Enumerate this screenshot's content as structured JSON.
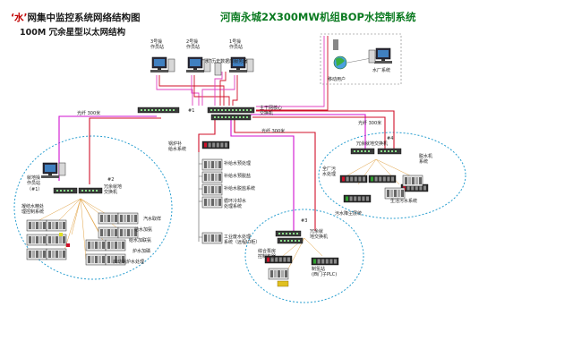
{
  "header": {
    "title_quote": "‘水’",
    "title_rest": "网集中监控系统网络结构图",
    "subtitle": "100M 冗余星型以太网结构",
    "main_title": "河南永城2X300MW机组BOP水控制系统"
  },
  "operator_stations": [
    {
      "label": "3号操\n作员站"
    },
    {
      "label": "2号操\n作员站"
    },
    {
      "label": "1号操\n作员站"
    }
  ],
  "server_label": "“水”历史数据库服务器",
  "remote": {
    "client_label": "移动用户",
    "server_label": "水厂系统"
  },
  "core_switch": {
    "left_tag": "#1",
    "right_label": "主干网核心\n交换机"
  },
  "fiber_labels": {
    "left": "光纤 300米",
    "mid": "光纤 300米",
    "right": "光纤 300米"
  },
  "zone_left": {
    "station_label": "就地操\n作员站\n（#1）",
    "switch_tag": "#2",
    "switch_label": "冗余就地\n交换机",
    "panel_label": "凝结水精处\n理控制系统",
    "items": [
      "汽水取样",
      "给水加氨",
      "给水加联氨",
      "炉水加磷",
      "启动锅炉水处理"
    ]
  },
  "zone_center": {
    "header": "锅炉补\n给水系统",
    "items": [
      "补给水预处理",
      "补给水预脱盐",
      "补给水脱盐系统",
      "循环冷却水\n处理系统",
      "工业废水处理\n系统（远程IO柜）"
    ]
  },
  "zone_right": {
    "switch_tag": "#4",
    "switch_label": "冗余就地交换机",
    "items": [
      "全厂污\n水处理",
      "脱水机\n系统",
      "污水降尘层统",
      "生活污水系统"
    ]
  },
  "zone_bottom": {
    "switch_tag": "#3",
    "switch_label": "冗余就\n地交换机",
    "items": [
      "综合泵房\n控制热器",
      "制氢站\n(西门子PLC)"
    ]
  },
  "colors": {
    "ethernet_red": "#d0102a",
    "ethernet_pink": "#e040c0",
    "fiber_magenta": "#d010d0",
    "zone_border": "#2a9fd0",
    "title_green": "#0a7a20"
  }
}
